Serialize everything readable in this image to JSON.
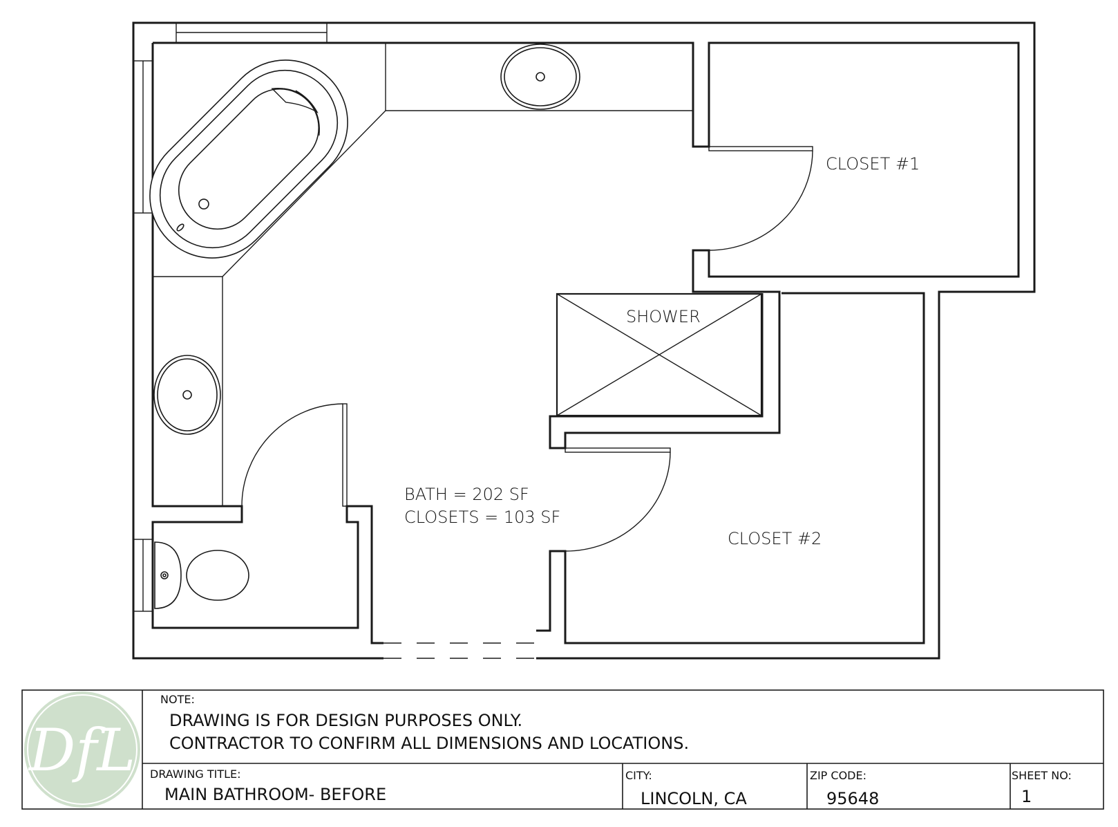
{
  "plan": {
    "rooms": {
      "closet1": "CLOSET #1",
      "closet2": "CLOSET #2",
      "shower": "SHOWER"
    },
    "area": {
      "bath": "BATH = 202 SF",
      "closets": "CLOSETS = 103 SF"
    }
  },
  "titleblock": {
    "logo": "DfL",
    "logo_color": "#cfe0cc",
    "note_label": "NOTE:",
    "note_line1": "DRAWING IS FOR DESIGN PURPOSES ONLY.",
    "note_line2": "CONTRACTOR TO CONFIRM ALL DIMENSIONS AND LOCATIONS.",
    "drawing_title_label": "DRAWING TITLE:",
    "drawing_title": "MAIN BATHROOM- BEFORE",
    "city_label": "CITY:",
    "city": "LINCOLN, CA",
    "zip_label": "ZIP CODE:",
    "zip": "95648",
    "sheet_label": "SHEET NO:",
    "sheet": "1"
  }
}
